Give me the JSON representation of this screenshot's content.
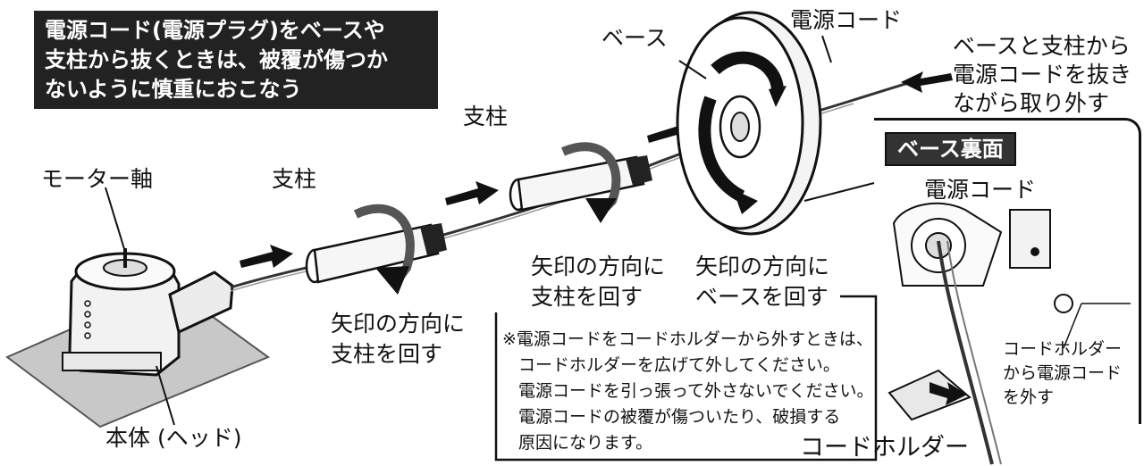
{
  "warning": {
    "line1": "電源コード(電源プラグ)をベースや",
    "line2": "支柱から抜くときは、被覆が傷つか",
    "line3": "ないように慎重におこなう"
  },
  "labels": {
    "motor_shaft": "モーター軸",
    "pillar_1": "支柱",
    "pillar_2": "支柱",
    "base": "ベース",
    "power_cord_top": "電源コード",
    "pull_out": [
      "ベースと支柱から",
      "電源コードを抜き",
      "ながら取り外す"
    ],
    "body_head": "本体 (ヘッド)",
    "rotate_pillar_1": [
      "矢印の方向に",
      "支柱を回す"
    ],
    "rotate_pillar_2": [
      "矢印の方向に",
      "支柱を回す"
    ],
    "rotate_base": [
      "矢印の方向に",
      "ベースを回す"
    ]
  },
  "detail": {
    "title": "ベース裏面",
    "power_cord": "電源コード",
    "holder_remove": [
      "コードホルダー",
      "から電源コード",
      "を外す"
    ],
    "cord_holder": "コードホルダー"
  },
  "note": [
    "※電源コードをコードホルダーから外すときは、",
    "コードホルダーを広げて外してください。",
    "電源コードを引っ張って外さないでください。",
    "電源コードの被覆が傷ついたり、破損する",
    "原因になります。"
  ]
}
